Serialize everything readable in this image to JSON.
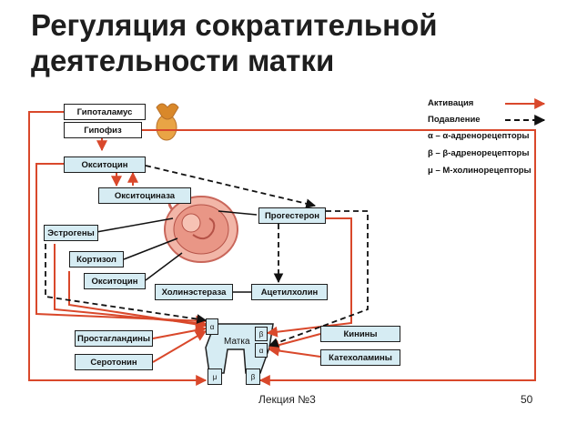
{
  "title": [
    "Регуляция сократительной",
    "деятельности матки"
  ],
  "legend": [
    {
      "label": "Активация",
      "style": "activation"
    },
    {
      "label": "Подавление",
      "style": "suppression"
    },
    {
      "label": "α –  α-адренорецепторы"
    },
    {
      "label": "β –  β-адренорецепторы"
    },
    {
      "label": "μ –  М-холинорецепторы"
    }
  ],
  "nodes": {
    "hypothalamus": "Гипоталамус",
    "hypophysis": "Гипофиз",
    "oxytocin_top": "Окситоцин",
    "oxytocinase": "Окситоциназа",
    "progesterone": "Прогестерон",
    "estrogens": "Эстрогены",
    "cortisol": "Кортизол",
    "oxytocin_bottom": "Окситоцин",
    "cholinesterase": "Холинэстераза",
    "acetylcholine": "Ацетилхолин",
    "prostaglandins": "Простагландины",
    "serotonin": "Серотонин",
    "kinins": "Кинины",
    "catecholamines": "Катехоламины",
    "uterus": "Матка"
  },
  "receptors": {
    "left_alpha": "α",
    "left_mu": "μ",
    "right_beta_top": "β",
    "right_alpha": "α",
    "right_beta_bottom": "β"
  },
  "footer": {
    "lecture": "Лекция №3",
    "page": "50"
  },
  "colors": {
    "activation": "#d9482b",
    "suppression": "#111111",
    "box_fill": "#d6ecf3"
  }
}
